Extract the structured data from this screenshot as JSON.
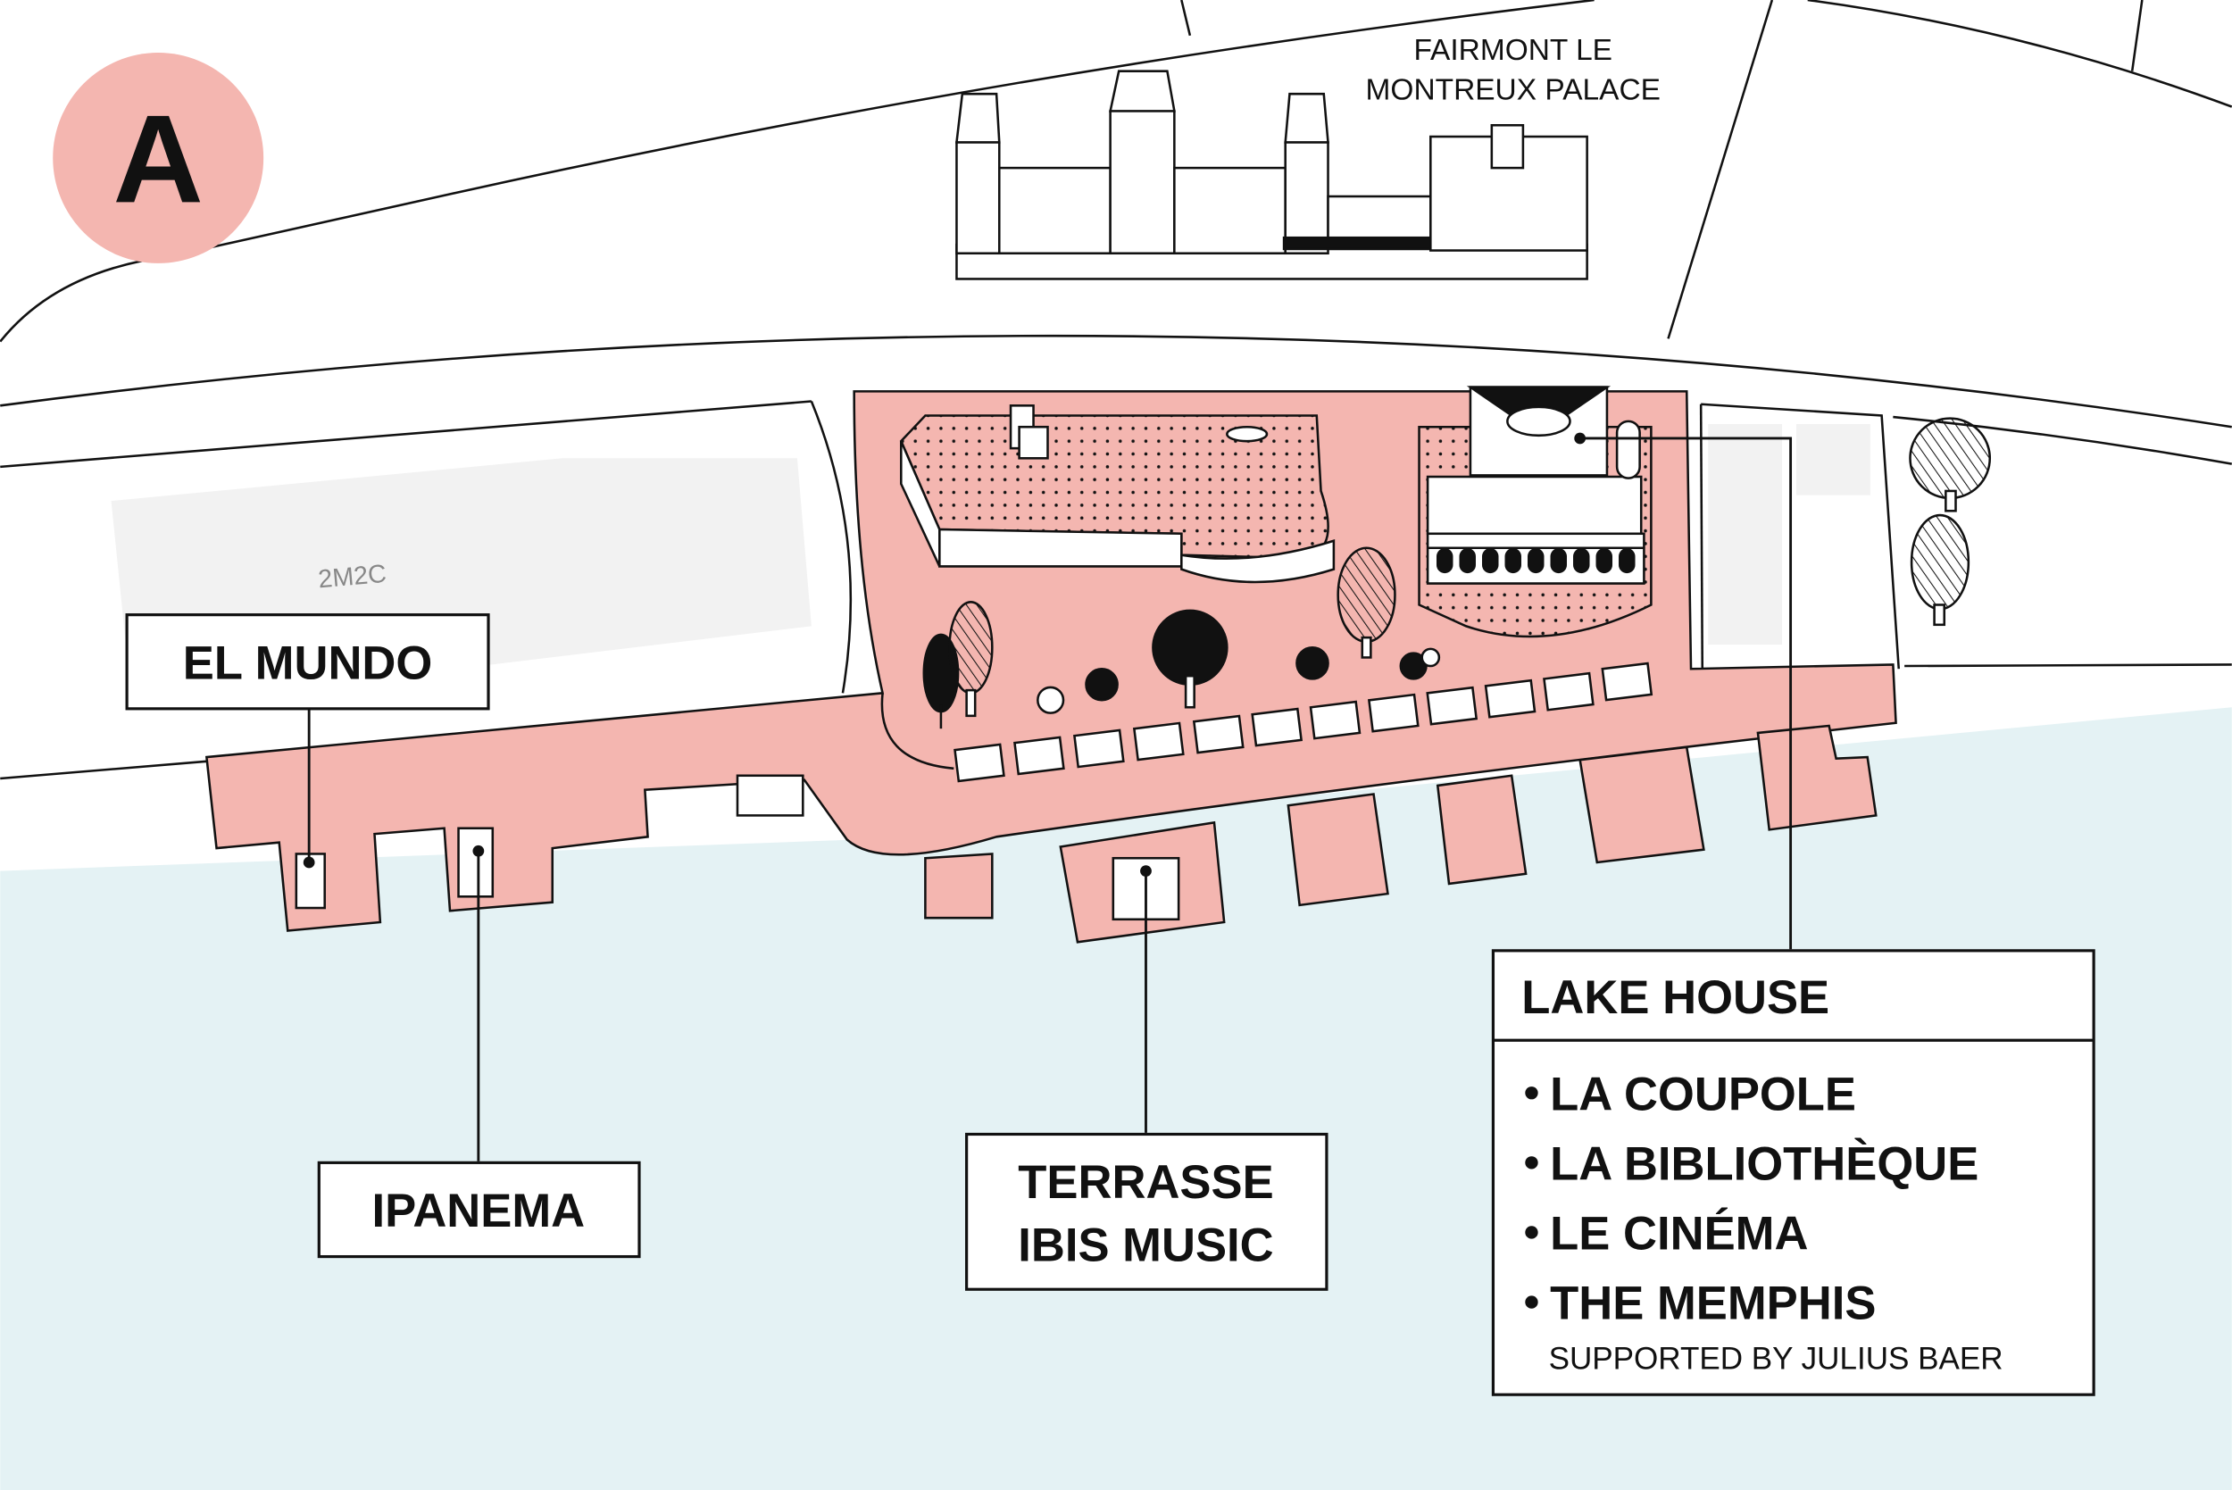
{
  "zone": {
    "letter": "A",
    "badge_color": "#f4b6b0"
  },
  "colors": {
    "promenade": "#f4b6b0",
    "water": "#e4f2f4",
    "block": "#f2f2f2",
    "ink": "#111111"
  },
  "landmarks": {
    "hotel": {
      "line1": "FAIRMONT LE",
      "line2": "MONTREUX PALACE"
    },
    "venue_2m2c": "2M2C"
  },
  "venues": {
    "el_mundo": "EL MUNDO",
    "ipanema": "IPANEMA",
    "terrasse": {
      "line1": "TERRASSE",
      "line2": "IBIS MUSIC"
    },
    "lake_house": {
      "title": "LAKE HOUSE",
      "items": [
        "LA COUPOLE",
        "LA BIBLIOTHÈQUE",
        "LE CINÉMA",
        "THE MEMPHIS"
      ],
      "sponsor": "SUPPORTED BY JULIUS BAER"
    }
  }
}
